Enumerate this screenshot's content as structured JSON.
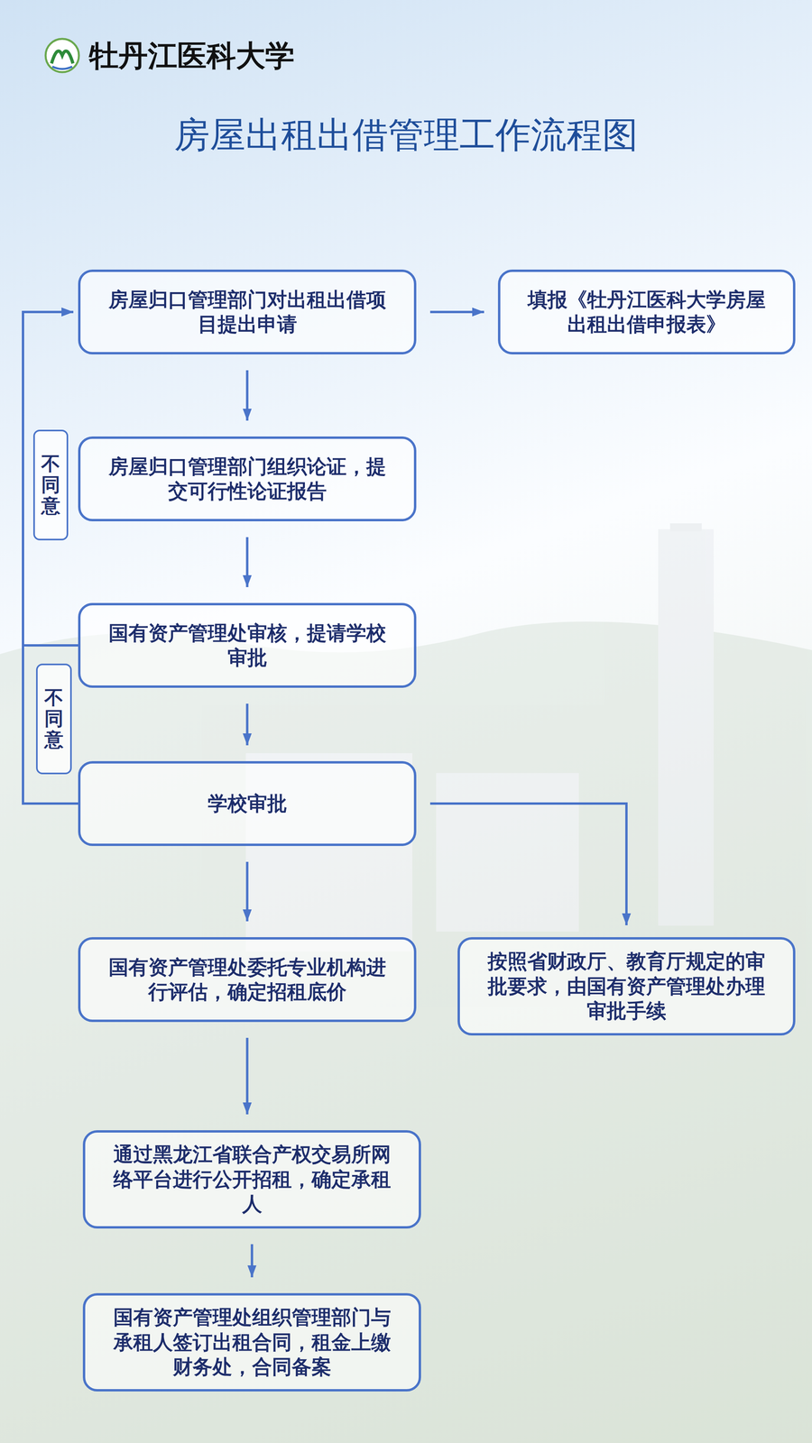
{
  "diagram": {
    "title": "房屋出租出借管理工作流程图",
    "nodes": [
      {
        "text": [
          "房屋归口管理部门对出租出借项目提出申请"
        ]
      },
      {
        "text": [
          "填报《牡丹江医科大学房屋出租出借申报表》"
        ]
      },
      {
        "text": [
          "房屋归口管理部门组织论证，提交可行性论证报告"
        ]
      },
      {
        "text": [
          "国有资产管理处审核，提请学校审批"
        ]
      },
      {
        "text": [
          "学校审批"
        ]
      },
      {
        "text": [
          "国有资产管理处委托专业机构进行评估，确定招租底价"
        ]
      },
      {
        "text": [
          "按照省财政厅、教育厅规定的审批要求，由国有资产管理处办理审批手续"
        ]
      },
      {
        "text": [
          "通过黑龙江省联合产权交易所网络平台进行公开招租，确定承租人"
        ]
      },
      {
        "text": [
          "国有资产管理处组织管理部门与承租人签订出租合同，租金上缴财务处，合同备案"
        ]
      }
    ],
    "edges": [
      {
        "from": 0,
        "to": 1,
        "arrow": "to"
      },
      {
        "from": 0,
        "to": 2,
        "arrow": "to"
      },
      {
        "from": 2,
        "to": 3,
        "arrow": "to"
      },
      {
        "from": 3,
        "to": 4,
        "arrow": "to"
      },
      {
        "from": 4,
        "to": 5,
        "arrow": "to"
      },
      {
        "from": 5,
        "to": 7,
        "arrow": "to"
      },
      {
        "from": 7,
        "to": 8,
        "arrow": "to"
      },
      {
        "from": 4,
        "to": 6,
        "arrow": "to"
      },
      {
        "from": 3,
        "to": 0,
        "label": "不同意",
        "arrow": "to"
      },
      {
        "from": 4,
        "to": 0,
        "label": "不同意",
        "arrow": "to"
      }
    ],
    "labels": [
      "牡丹江医科大学"
    ]
  }
}
